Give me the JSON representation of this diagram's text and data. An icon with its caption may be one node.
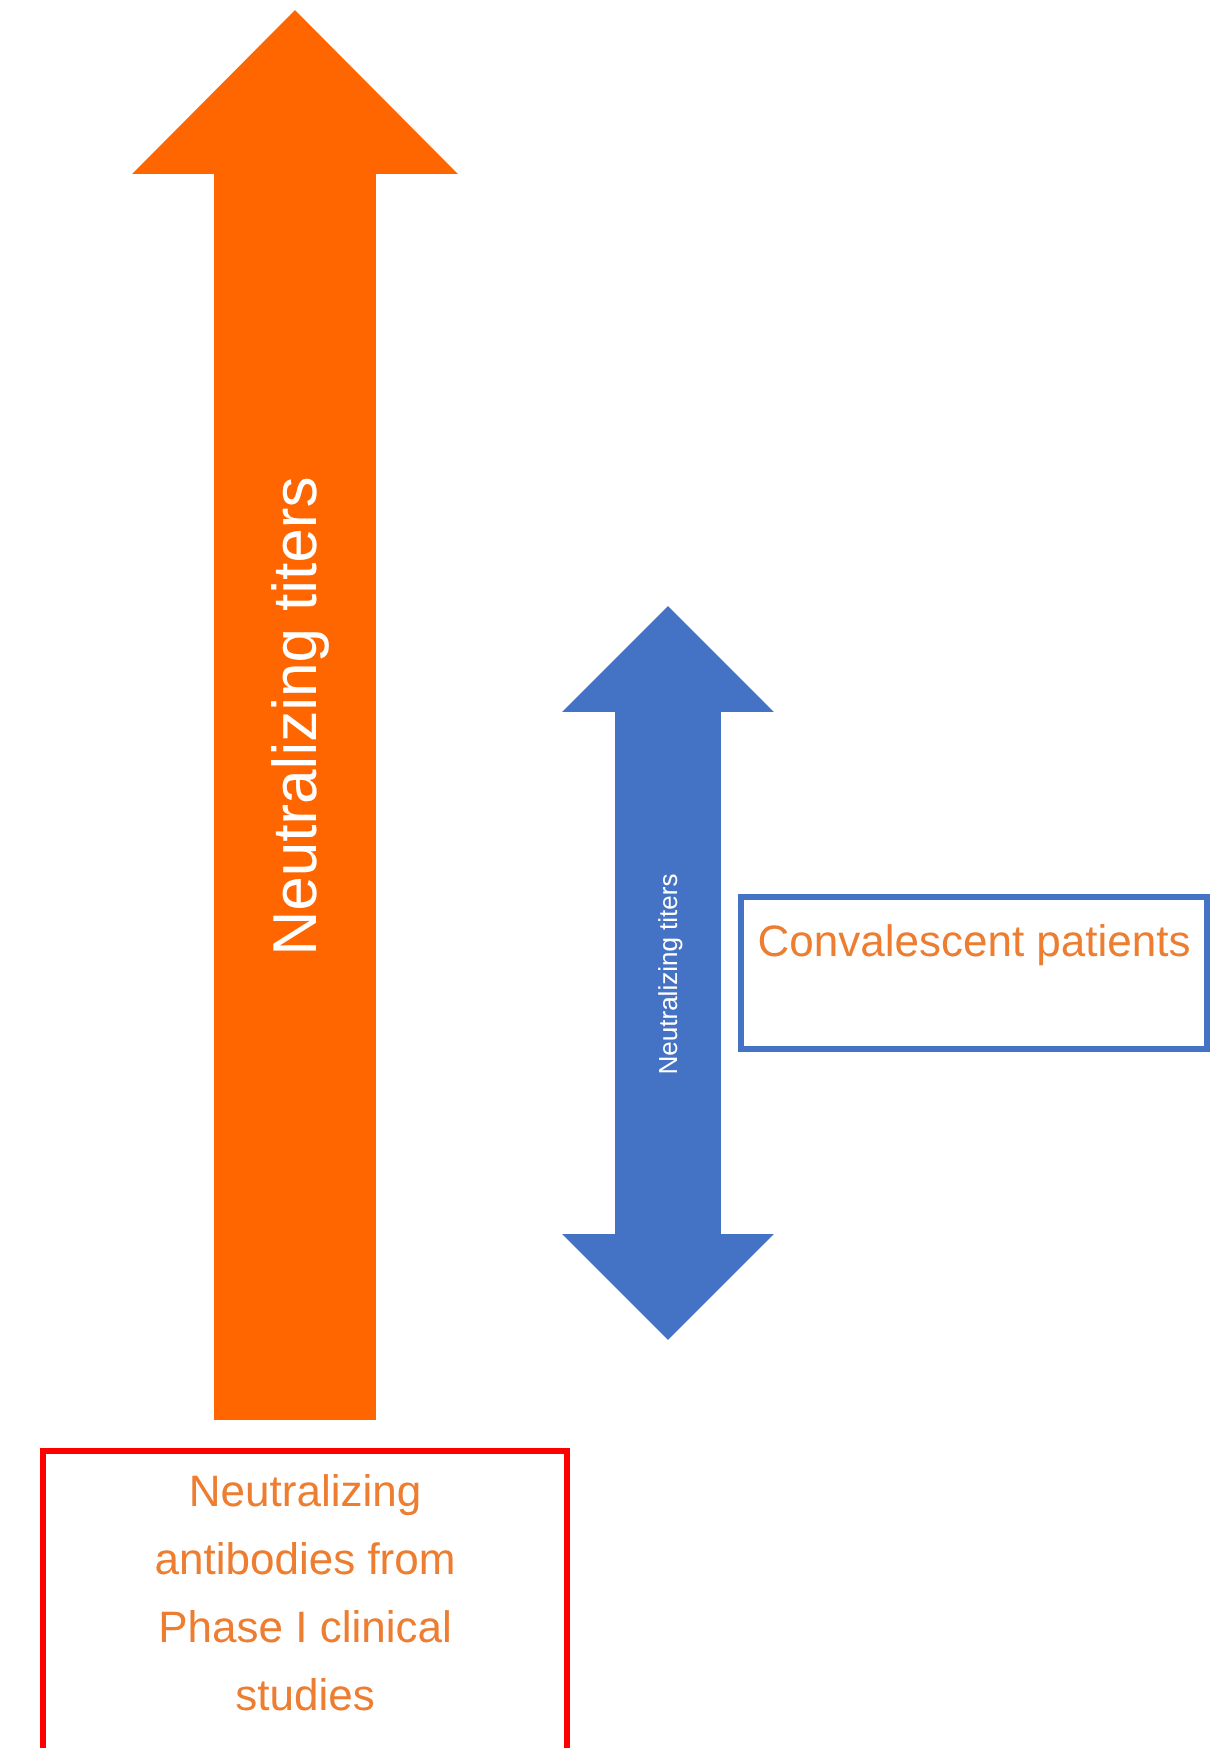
{
  "diagram": {
    "nodes": [
      {
        "text": [
          "Neutralizing titers"
        ]
      },
      {
        "text": [
          "Neutralizing titers"
        ]
      },
      {
        "text": [
          "Convalescent patients"
        ]
      },
      {
        "text": [
          "Neutralizing antibodies from Phase I clinical studies"
        ]
      }
    ]
  }
}
